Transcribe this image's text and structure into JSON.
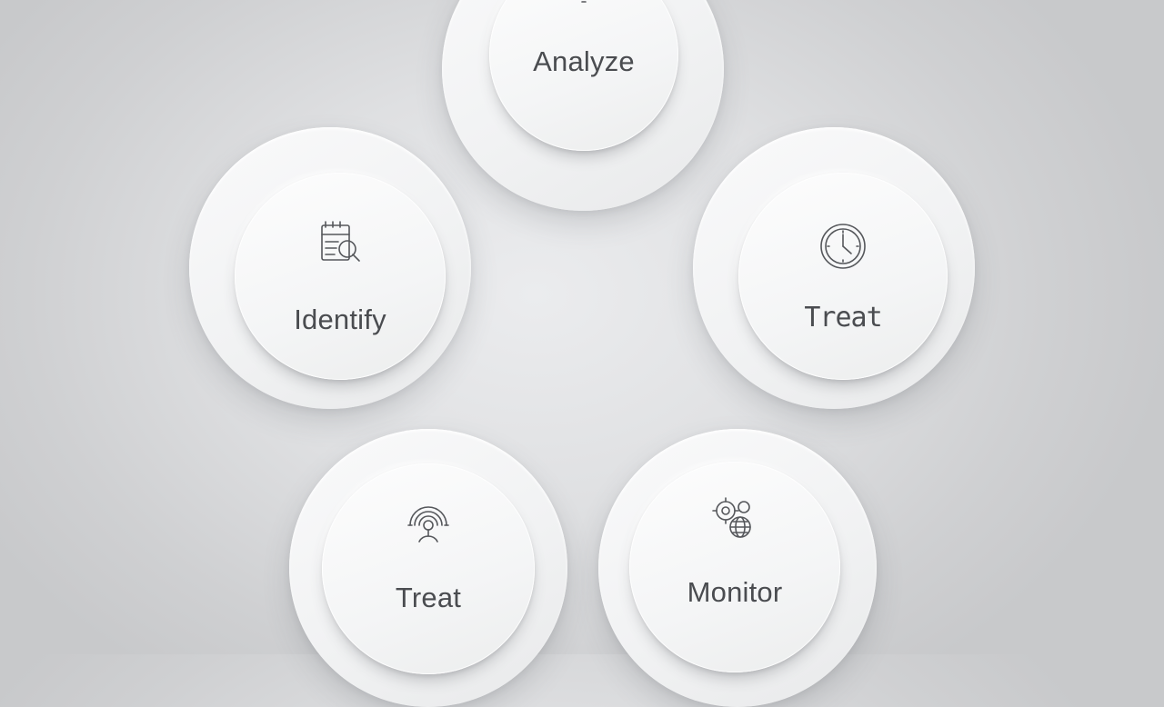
{
  "nodes": {
    "analyze": {
      "label": "Analyze",
      "icon": "lightbulb-icon"
    },
    "identify": {
      "label": "Identify",
      "icon": "document-search-icon"
    },
    "treat_top": {
      "label": "Treat",
      "icon": "clock-icon"
    },
    "treat": {
      "label": "Treat",
      "icon": "headset-person-icon"
    },
    "monitor": {
      "label": "Monitor",
      "icon": "gears-globe-icon"
    }
  },
  "colors": {
    "text": "#4a4c50",
    "icon_stroke": "#55575b",
    "disc": "#f4f5f6",
    "background": "#dfe0e2"
  }
}
